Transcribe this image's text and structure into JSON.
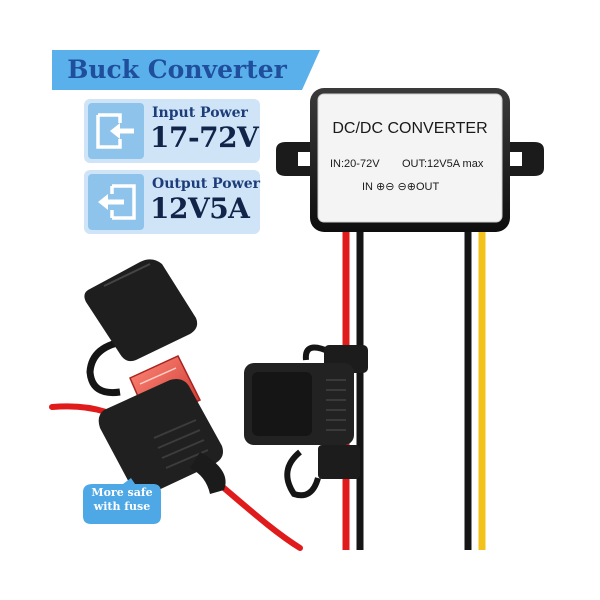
{
  "banner": {
    "title": "Buck Converter"
  },
  "specs": {
    "input": {
      "label": "Input Power",
      "value": "17-72V",
      "icon": "input-arrow-icon"
    },
    "output": {
      "label": "Output Power",
      "value": "12V5A",
      "icon": "output-arrow-icon"
    }
  },
  "device": {
    "title": "DC/DC CONVERTER",
    "input_rating": "IN:20-72V",
    "output_rating": "OUT:12V5A max",
    "pins": "IN ⊕⊖ ⊖⊕OUT"
  },
  "callout": {
    "line1": "More safe",
    "line2": "with fuse"
  },
  "colors": {
    "banner_bg": "#5ab0ea",
    "banner_text": "#1f4f9c",
    "spec_bg": "#cfe4f7",
    "spec_icon_bg": "#8ec3ec",
    "wire_red": "#e01b1b",
    "wire_black": "#151515",
    "wire_yellow": "#f2c21a",
    "fuse": "#e2493b"
  }
}
